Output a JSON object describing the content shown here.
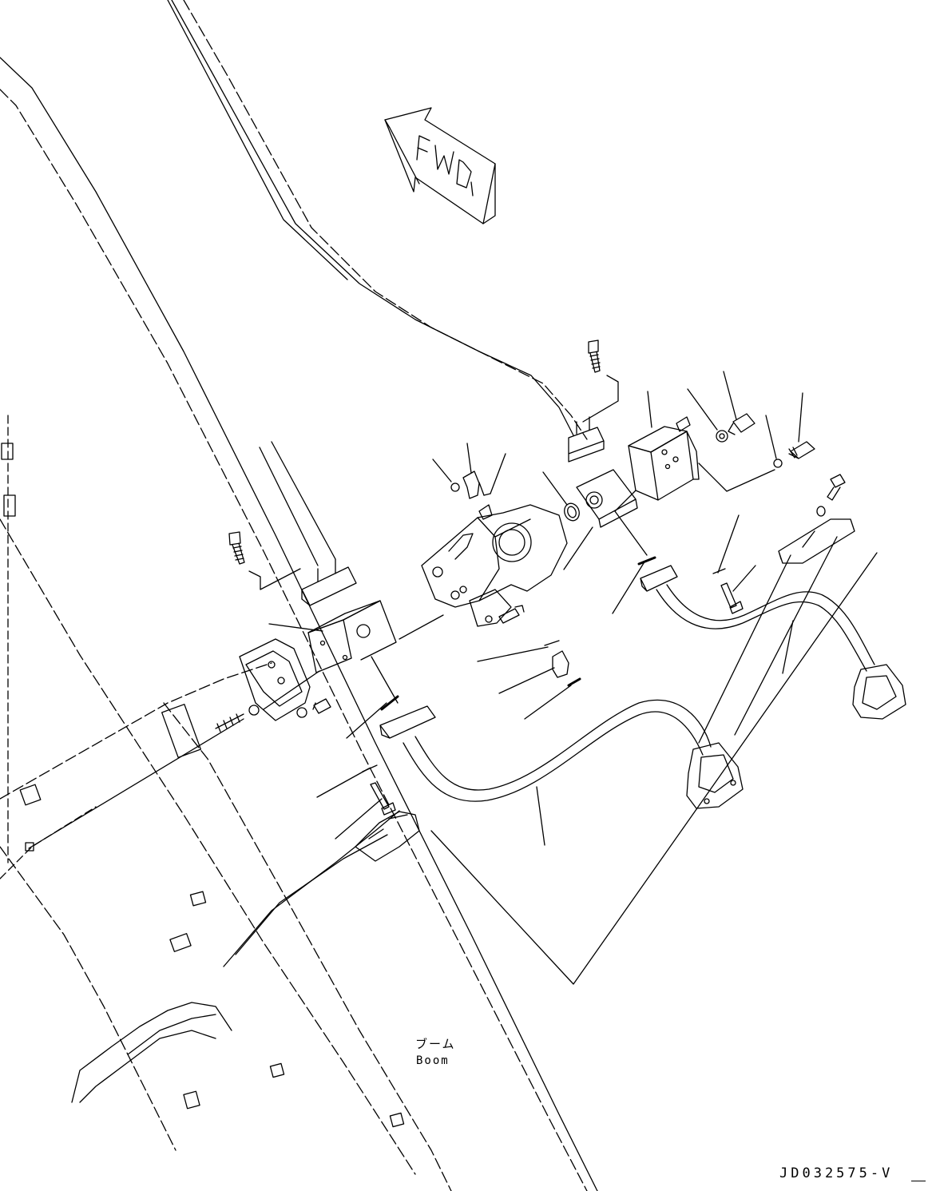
{
  "labels": {
    "boom_jp": "ブーム",
    "boom_en": "Boom",
    "drawing_number": "JD032575-V"
  },
  "direction_arrow": {
    "text": "FWD"
  },
  "colors": {
    "line": "#000000",
    "background": "#ffffff"
  }
}
